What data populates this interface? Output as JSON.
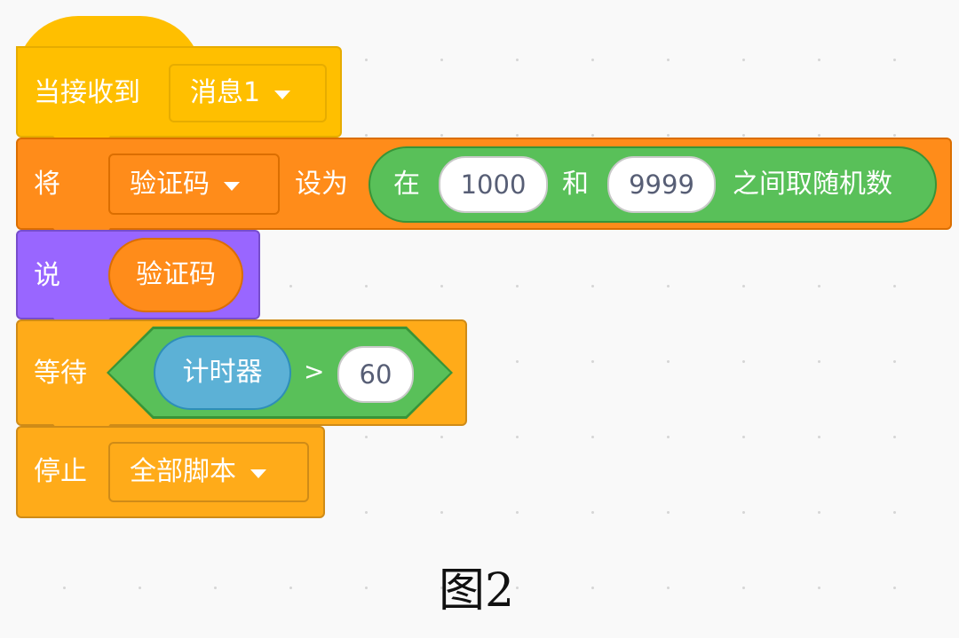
{
  "hat_block": {
    "label": "当接收到",
    "message": "消息1"
  },
  "set_block": {
    "label": "将",
    "variable": "验证码",
    "to_label": "设为",
    "random": {
      "prefix": "在",
      "from": "1000",
      "and_label": "和",
      "to": "9999",
      "suffix": "之间取随机数"
    }
  },
  "say_block": {
    "label": "说",
    "variable": "验证码"
  },
  "wait_block": {
    "label": "等待",
    "sensor": "计时器",
    "operator": ">",
    "value": "60"
  },
  "stop_block": {
    "label": "停止",
    "option": "全部脚本"
  },
  "caption": "图2",
  "colors": {
    "events": "#ffbf00",
    "events_border": "#e6ac00",
    "variables": "#ff8c1a",
    "variables_border": "#db6e00",
    "operators": "#59c059",
    "operators_border": "#389438",
    "looks": "#9966ff",
    "looks_border": "#774dcb",
    "control": "#ffab19",
    "control_border": "#cf8b17",
    "sensing": "#5cb1d6",
    "sensing_border": "#2e8eb8"
  },
  "icons": {
    "dropdown": "caret-down-icon"
  }
}
